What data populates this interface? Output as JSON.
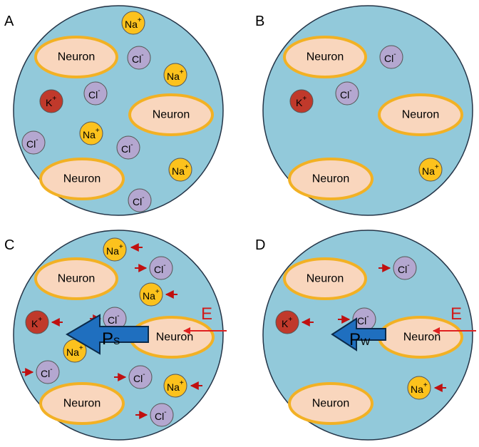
{
  "colors": {
    "medium": "#92c9da",
    "neuron_fill": "#f9d6bd",
    "neuron_stroke": "#f2b124",
    "na_fill": "#fcc21d",
    "cl_fill": "#b4a7d0",
    "k_fill": "#c0392b",
    "arrow_red": "#c01010",
    "field_red": "#e02020",
    "p_arrow": "#1f6fbf"
  },
  "neuron_label": "Neuron",
  "ions": {
    "na": {
      "base": "Na",
      "sup": "+"
    },
    "cl": {
      "base": "Cl",
      "sup": "-"
    },
    "k": {
      "base": "K",
      "sup": "+"
    }
  },
  "field_label": "E",
  "panels": [
    {
      "id": "A",
      "label": "A"
    },
    {
      "id": "B",
      "label": "B"
    },
    {
      "id": "C",
      "label": "C",
      "p_label": "P",
      "p_sub": "S"
    },
    {
      "id": "D",
      "label": "D",
      "p_label": "P",
      "p_sub": "W"
    }
  ]
}
